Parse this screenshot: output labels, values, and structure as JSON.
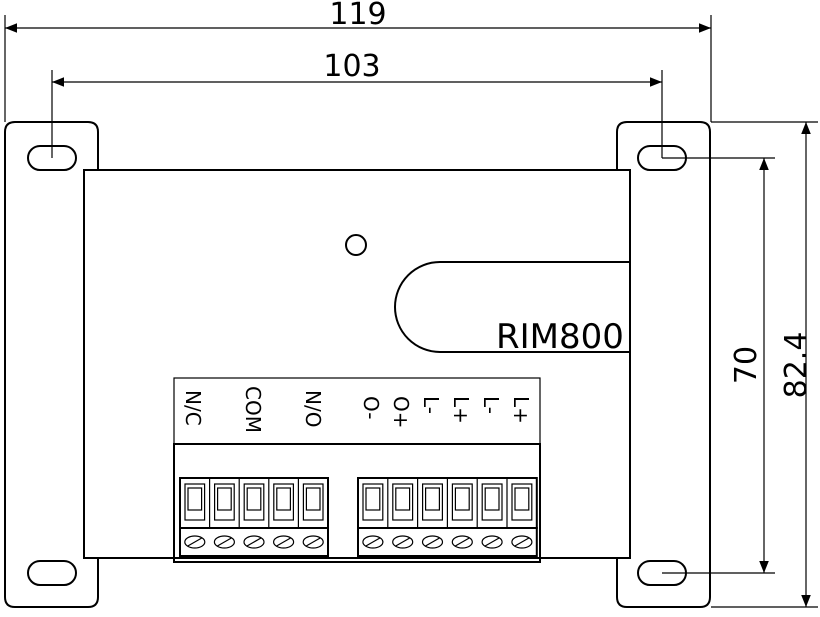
{
  "dimensions": {
    "overall_width": "119",
    "hole_spacing_width": "103",
    "hole_spacing_height": "70",
    "overall_height": "82.4"
  },
  "device": {
    "model": "RIM800"
  },
  "terminals": {
    "relay": [
      "N/C",
      "COM",
      "N/O"
    ],
    "signal": [
      "O-",
      "O+",
      "L-",
      "L+",
      "L-",
      "L+"
    ]
  }
}
